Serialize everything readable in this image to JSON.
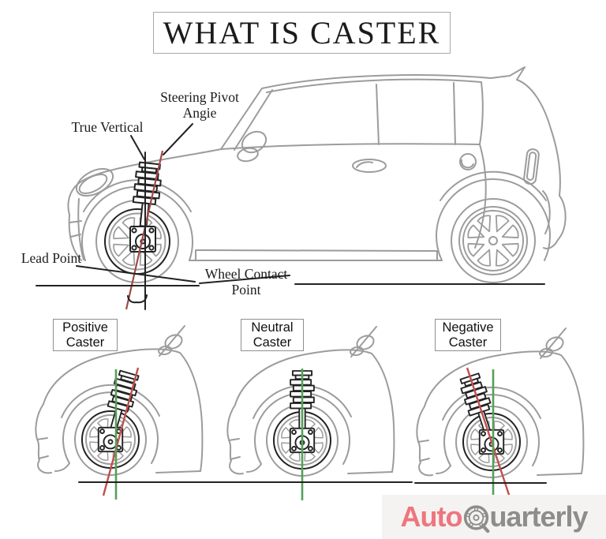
{
  "title": "WHAT IS CASTER",
  "main_diagram": {
    "labels": {
      "steering_pivot_line1": "Steering Pivot",
      "steering_pivot_line2": "Angie",
      "true_vertical": "True Vertical",
      "lead_point": "Lead Point",
      "wheel_contact_line1": "Wheel Contact",
      "wheel_contact_line2": "Point"
    }
  },
  "panels": [
    {
      "id": "positive-caster",
      "line1": "Positive",
      "line2": "Caster"
    },
    {
      "id": "neutral-caster",
      "line1": "Neutral",
      "line2": "Caster"
    },
    {
      "id": "negative-caster",
      "line1": "Negative",
      "line2": "Caster"
    }
  ],
  "logo": {
    "prefix": "Auto",
    "suffix": "uarterly",
    "wheel_icon": "wheel-q-icon"
  },
  "colors": {
    "car-line": "#9c9c9c",
    "ink": "#222222",
    "pivot-red": "#9e4a46",
    "panel-red": "#c0504d",
    "reference-green": "#57a05a",
    "logo-pink": "#ee757e",
    "logo-gray": "#8d8d8d",
    "logo-bg": "#f4f3f1",
    "label-border": "#a8a8a8"
  }
}
